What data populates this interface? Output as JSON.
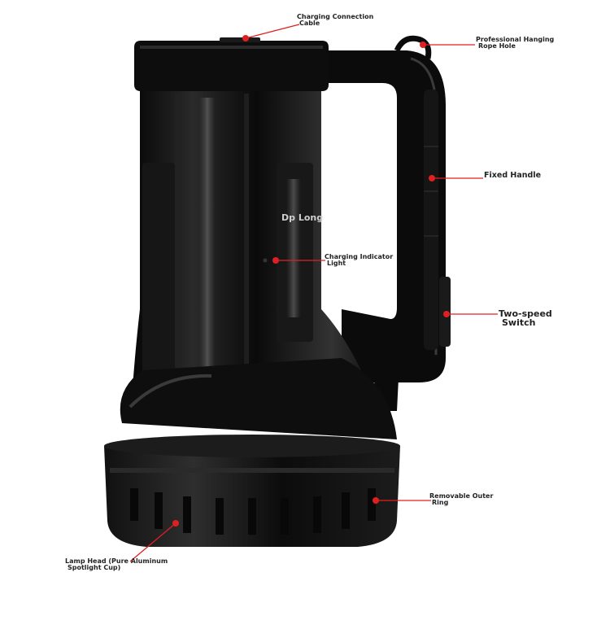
{
  "brand": "Dp Long",
  "accent_color": "#e02020",
  "callouts": [
    {
      "id": "charging-cable",
      "lines": [
        "Charging Connection",
        "Cable"
      ]
    },
    {
      "id": "hanging-rope-hole",
      "lines": [
        "Professional Hanging",
        "Rope Hole"
      ]
    },
    {
      "id": "fixed-handle",
      "lines": [
        "Fixed Handle"
      ]
    },
    {
      "id": "charging-indicator",
      "lines": [
        "Charging Indicator",
        "Light"
      ]
    },
    {
      "id": "two-speed-switch",
      "lines": [
        "Two-speed",
        "Switch"
      ]
    },
    {
      "id": "outer-ring",
      "lines": [
        "Removable Outer",
        "Ring"
      ]
    },
    {
      "id": "lamp-head",
      "lines": [
        "Lamp Head (Pure Aluminum",
        "Spotlight Cup)"
      ]
    }
  ]
}
